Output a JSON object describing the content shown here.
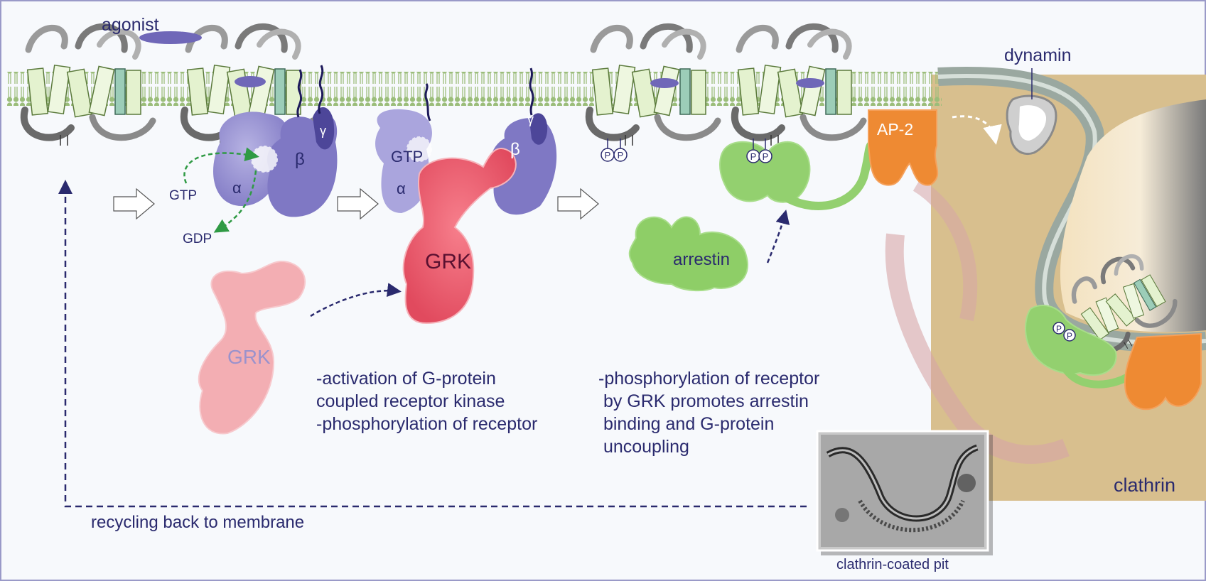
{
  "labels": {
    "agonist": "agonist",
    "gtp_1": "GTP",
    "gdp": "GDP",
    "alpha_1": "α",
    "beta_1": "β",
    "gamma_1": "γ",
    "gtp_2": "GTP",
    "alpha_2": "α",
    "beta_2": "β",
    "gamma_2": "γ",
    "grk_active": "GRK",
    "grk_inactive": "GRK",
    "phospho": "P",
    "arrestin": "arrestin",
    "ap2": "AP-2",
    "dynamin": "dynamin",
    "clathrin": "clathrin",
    "clathrin_pit": "clathrin-coated pit",
    "recycling": "recycling back to membrane"
  },
  "captions": {
    "grk_step": [
      "-activation of G-protein",
      "coupled receptor kinase",
      "-phosphorylation of receptor"
    ],
    "arrestin_step": [
      "-phosphorylation of receptor",
      " by GRK promotes arrestin",
      " binding and G-protein",
      " uncoupling"
    ]
  },
  "colors": {
    "background": "#f7f9fc",
    "frame": "#9a9ac8",
    "membrane": "#9bbd7a",
    "helix": "#e4f2cf",
    "helix_edge": "#5b7a3c",
    "g_protein": "#9f9bd4",
    "g_protein_dark": "#6f67b8",
    "grk": "#ec5a6c",
    "grk_light": "#f1aab0",
    "arrestin": "#93d06f",
    "ap2": "#ee8a33",
    "label": "#2a2a6e",
    "arrow_green": "#2f9a44",
    "tan": "#d9bf8e"
  }
}
